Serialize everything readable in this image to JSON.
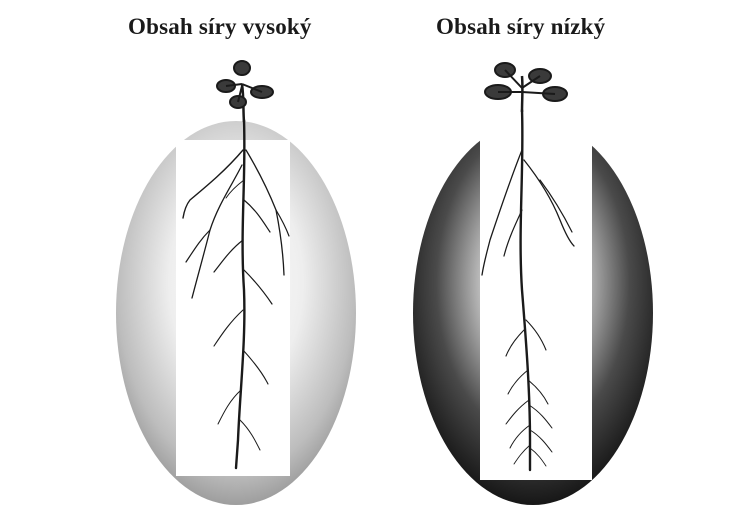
{
  "panels": [
    {
      "title": "Obsah síry vysoký",
      "sulfur_level": "high",
      "gradient": "light"
    },
    {
      "title": "Obsah síry nízký",
      "sulfur_level": "low",
      "gradient": "dark"
    }
  ]
}
